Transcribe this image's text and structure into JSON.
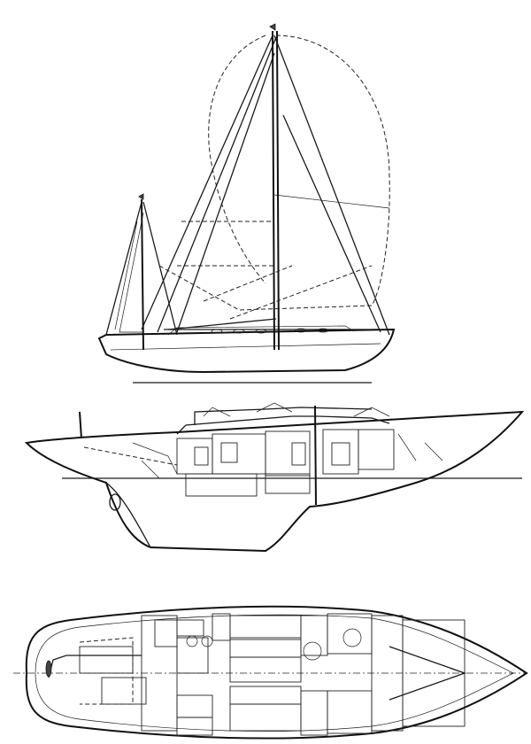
{
  "drawing": {
    "views": [
      "sail-plan",
      "inboard-profile",
      "accommodation-plan"
    ],
    "line_color": "#1a1a1a",
    "background": "#ffffff"
  }
}
